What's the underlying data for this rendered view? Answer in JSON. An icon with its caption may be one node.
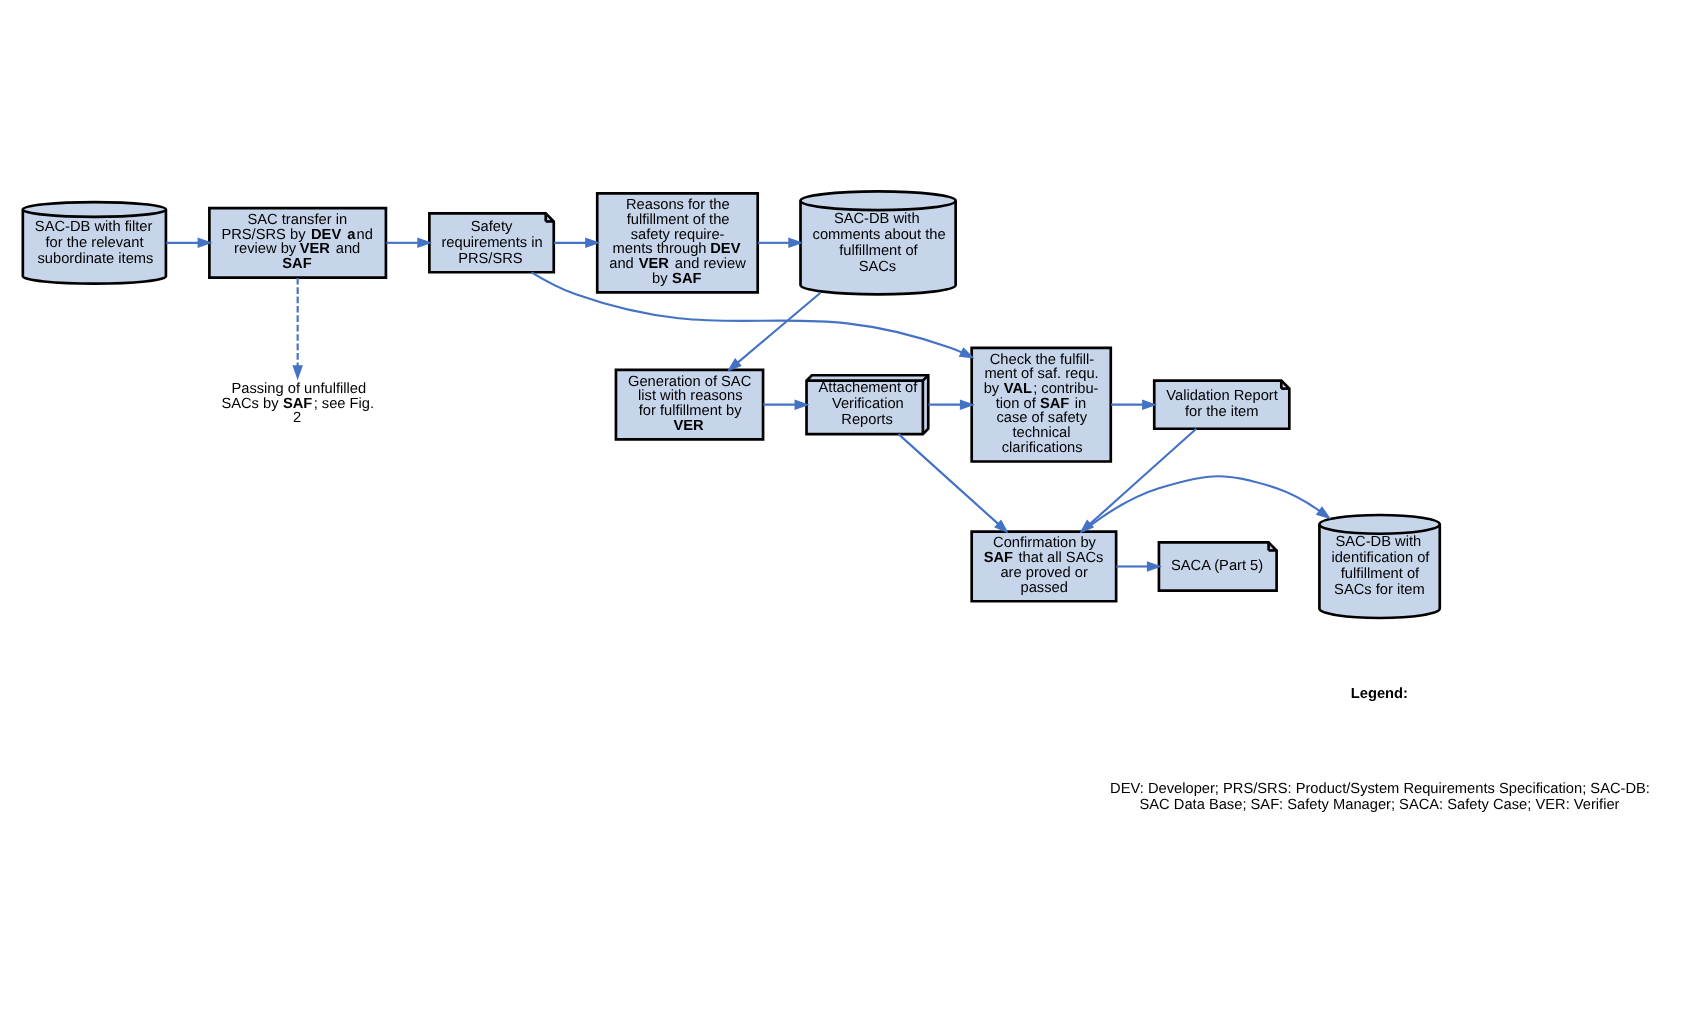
{
  "diagram": {
    "nodes": [
      {
        "text": [
          "SAC-DB with filter for the relevant subordinate items"
        ]
      },
      {
        "text": [
          "SAC transfer in PRS/SRS by **DEV** **a**nd review by **VER** and **SAF**"
        ]
      },
      {
        "text": [
          "Safety requirements in PRS/SRS"
        ]
      },
      {
        "text": [
          "Reasons for the fulfillment of the safety require- ments through **DEV** and **VER** and review by **SAF**"
        ]
      },
      {
        "text": [
          "SAC-DB with comments about the fulfillment of SACs"
        ]
      },
      {
        "text": [
          "Passing of unfulfilled SACs by **SAF**; see Fig. 2"
        ]
      },
      {
        "text": [
          "Generation of SAC list with reasons for fulfillment by **VER**"
        ]
      },
      {
        "text": [
          "Attachement of Verification Reports"
        ]
      },
      {
        "text": [
          "Check the fulfill- ment of saf. requ. by **VAL**; contribu- tion of **SAF** in case of safety technical clarifications"
        ]
      },
      {
        "text": [
          "Validation Report for the item"
        ]
      },
      {
        "text": [
          "Confirmation by **SAF** that all SACs are proved or passed"
        ]
      },
      {
        "text": [
          "SAC-DB with identification of fulfillment of SACs for item"
        ]
      },
      {
        "text": [
          "SACA (Part 5)"
        ]
      }
    ],
    "edges": [
      {
        "from": 0,
        "to": 1,
        "arrow": "to"
      },
      {
        "from": 1,
        "to": 2,
        "arrow": "to"
      },
      {
        "from": 2,
        "to": 3,
        "arrow": "to"
      },
      {
        "from": 3,
        "to": 4,
        "arrow": "to"
      },
      {
        "from": 1,
        "to": 5,
        "arrow": "to",
        "style": "dashed"
      },
      {
        "from": 4,
        "to": 6,
        "arrow": "to"
      },
      {
        "from": 6,
        "to": 7,
        "arrow": "to"
      },
      {
        "from": 2,
        "to": 8,
        "arrow": "to"
      },
      {
        "from": 7,
        "to": 8,
        "arrow": "to"
      },
      {
        "from": 8,
        "to": 9,
        "arrow": "to"
      },
      {
        "from": 7,
        "to": 10,
        "arrow": "to"
      },
      {
        "from": 9,
        "to": 10,
        "arrow": "to"
      },
      {
        "from": 10,
        "to": 11,
        "arrow": "to"
      },
      {
        "from": 10,
        "to": 12,
        "arrow": "to"
      }
    ],
    "labels": [
      "Legend:",
      "DEV: Developer; PRS/SRS: Product/System Requirements Specification; SAC-DB: SAC Data Base; SAF: Safety Manager; SACA: Safety Case; VER: Verifier"
    ]
  }
}
